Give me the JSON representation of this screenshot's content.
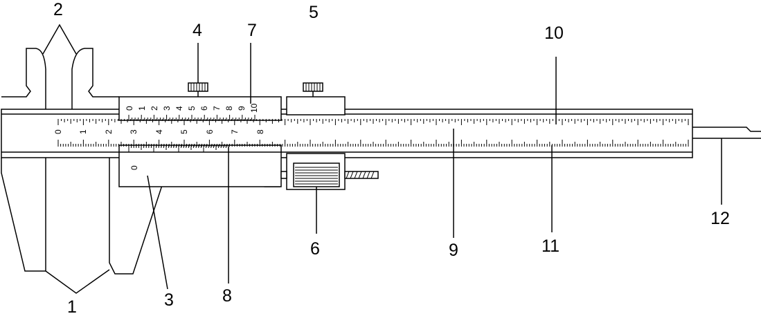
{
  "callouts": [
    {
      "id": "1",
      "text": "1"
    },
    {
      "id": "2",
      "text": "2"
    },
    {
      "id": "3",
      "text": "3"
    },
    {
      "id": "4",
      "text": "4"
    },
    {
      "id": "5",
      "text": "5"
    },
    {
      "id": "6",
      "text": "6"
    },
    {
      "id": "7",
      "text": "7"
    },
    {
      "id": "8",
      "text": "8"
    },
    {
      "id": "9",
      "text": "9"
    },
    {
      "id": "10",
      "text": "10"
    },
    {
      "id": "11",
      "text": "11"
    },
    {
      "id": "12",
      "text": "12"
    }
  ],
  "main_scale_numbers": [
    "0",
    "1",
    "2",
    "3",
    "4",
    "5",
    "6",
    "7",
    "8"
  ],
  "upper_vernier_numbers": [
    "0",
    "1",
    "2",
    "3",
    "4",
    "5",
    "6",
    "7",
    "8",
    "9",
    "10"
  ],
  "lower_vernier_numbers": [
    "0"
  ],
  "colors": {
    "line": "#000000",
    "background": "#ffffff"
  }
}
